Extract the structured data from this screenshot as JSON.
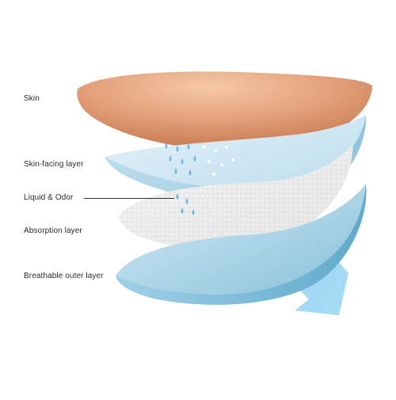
{
  "labels": {
    "skin": "Skin",
    "skin_facing": "Skin-facing layer",
    "liquid_odor": "Liquid & Odor",
    "absorption": "Absorption layer",
    "breathable": "Breathable outer layer"
  },
  "colors": {
    "skin": "#e3a37c",
    "skin_facing": "#cfe6f2",
    "absorption": "#ededed",
    "breathable": "#a9d3e6",
    "droplet": "#6fb6de",
    "arrow": "#7cc7ea"
  },
  "icons": {
    "flow_arrow": "arrow-down-right-icon",
    "droplets": "droplet-icon",
    "odor_particles": "particle-dot-icon"
  }
}
